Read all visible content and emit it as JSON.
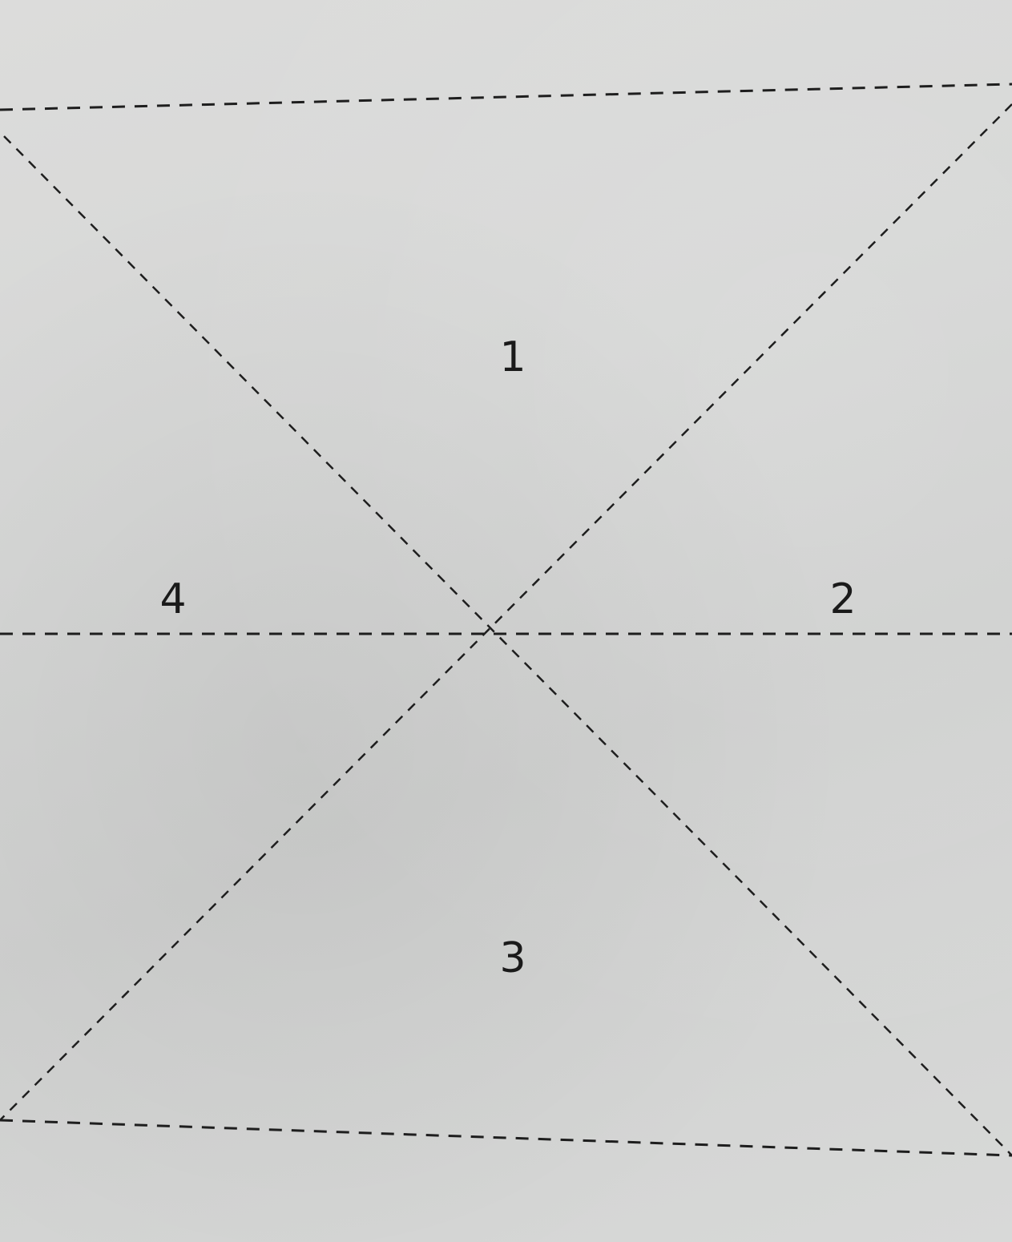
{
  "photo": {
    "subject": "folded-paper-with-dashed-fold-lines",
    "paper_color": "#d5d6d5",
    "line_color": "#1e1e1e",
    "region_labels": {
      "top": "1",
      "right": "2",
      "bottom": "3",
      "left": "4"
    }
  }
}
